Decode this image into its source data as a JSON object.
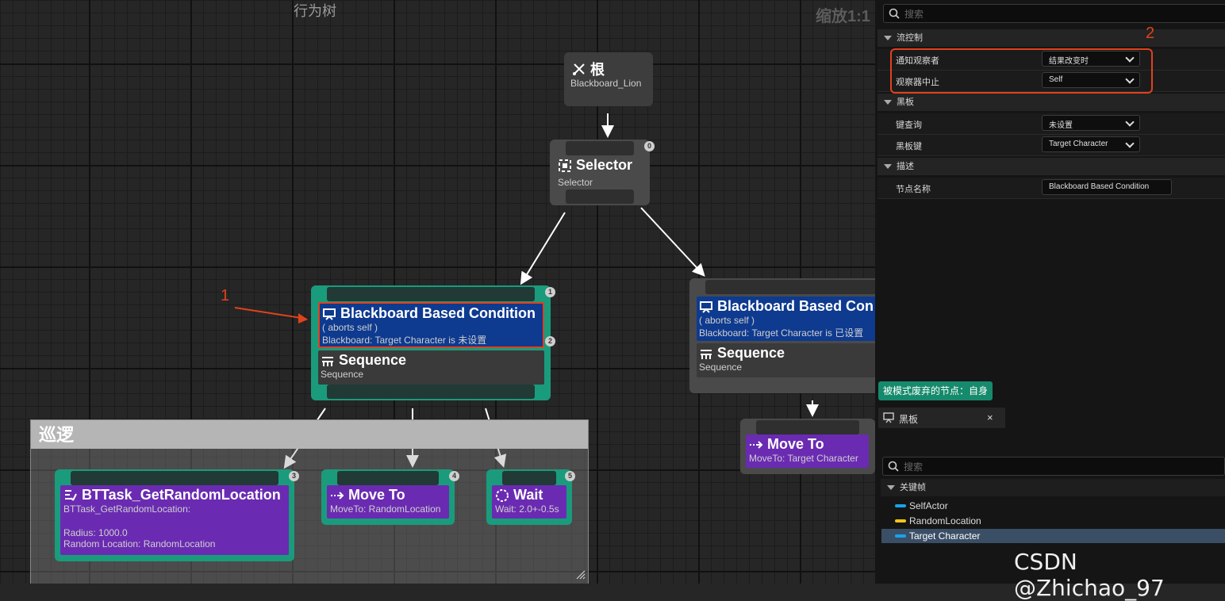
{
  "graph": {
    "title": "行为树",
    "zoom": "缩放1:1"
  },
  "nodes": {
    "root": {
      "title": "根",
      "sub": "Blackboard_Lion"
    },
    "selector": {
      "title": "Selector",
      "sub": "Selector",
      "index": "0"
    },
    "left_seq": {
      "index": "1",
      "deco_index": "2",
      "decorator": {
        "title": "Blackboard Based Condition",
        "line1": "( aborts self )",
        "line2": "Blackboard: Target Character is 未设置"
      },
      "composite": {
        "title": "Sequence",
        "sub": "Sequence"
      }
    },
    "right_seq": {
      "decorator": {
        "title": "Blackboard Based Con",
        "line1": "( aborts self )",
        "line2": "Blackboard: Target Character is 已设置"
      },
      "composite": {
        "title": "Sequence",
        "sub": "Sequence"
      }
    },
    "task_random": {
      "index": "3",
      "title": "BTTask_GetRandomLocation",
      "line1": "BTTask_GetRandomLocation:",
      "line2": "Radius: 1000.0",
      "line3": "Random Location: RandomLocation"
    },
    "task_move": {
      "index": "4",
      "title": "Move To",
      "sub": "MoveTo: RandomLocation"
    },
    "task_wait": {
      "index": "5",
      "title": "Wait",
      "sub": "Wait: 2.0+-0.5s"
    },
    "task_move_right": {
      "title": "Move To",
      "sub": "MoveTo: Target Character"
    }
  },
  "comment": {
    "title": "巡逻"
  },
  "annotations": {
    "one": "1",
    "two": "2"
  },
  "details": {
    "search_placeholder": "搜索",
    "flow_control": {
      "label": "流控制",
      "notify_label": "通知观察者",
      "notify_value": "结果改变时",
      "abort_label": "观察器中止",
      "abort_value": "Self"
    },
    "blackboard": {
      "label": "黑板",
      "query_label": "键查询",
      "query_value": "未设置",
      "key_label": "黑板键",
      "key_value": "Target Character"
    },
    "description": {
      "label": "描述",
      "name_label": "节点名称",
      "name_value": "Blackboard Based Condition"
    }
  },
  "status_text": "被模式废弃的节点：自身",
  "blackboard_panel": {
    "tab": "黑板",
    "close": "×",
    "search_placeholder": "搜索",
    "category": "关键帧",
    "keys": [
      {
        "name": "SelfActor",
        "color": "#1aa3e8"
      },
      {
        "name": "RandomLocation",
        "color": "#f0c419"
      },
      {
        "name": "Target Character",
        "color": "#1aa3e8"
      }
    ]
  },
  "watermark": "CSDN @Zhichao_97"
}
